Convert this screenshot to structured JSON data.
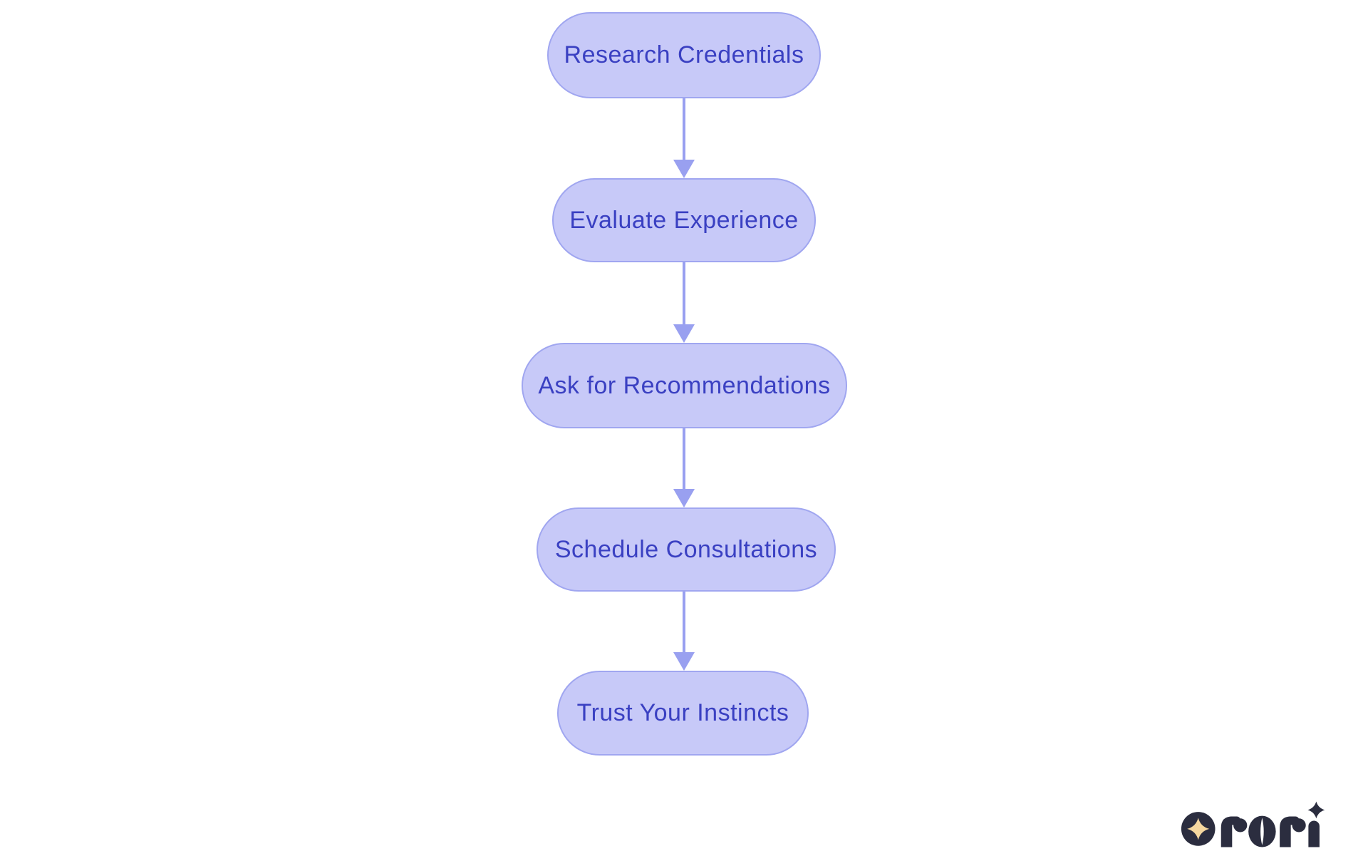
{
  "diagram": {
    "type": "flowchart",
    "orientation": "vertical",
    "nodes": [
      {
        "id": "n1",
        "label": "Research Credentials"
      },
      {
        "id": "n2",
        "label": "Evaluate Experience"
      },
      {
        "id": "n3",
        "label": "Ask for Recommendations"
      },
      {
        "id": "n4",
        "label": "Schedule Consultations"
      },
      {
        "id": "n5",
        "label": "Trust Your Instincts"
      }
    ],
    "edges": [
      {
        "from": "n1",
        "to": "n2"
      },
      {
        "from": "n2",
        "to": "n3"
      },
      {
        "from": "n3",
        "to": "n4"
      },
      {
        "from": "n4",
        "to": "n5"
      }
    ],
    "colors": {
      "node_fill": "#c7c9f8",
      "node_border": "#a0a6f0",
      "node_text": "#3a40c2",
      "arrow": "#99a0f0",
      "background": "#ffffff"
    }
  },
  "logo": {
    "brand": "rori",
    "badge_icon": "sparkle-icon",
    "colors": {
      "mark": "#2b2d3f",
      "sparkle": "#f5d79f"
    }
  }
}
